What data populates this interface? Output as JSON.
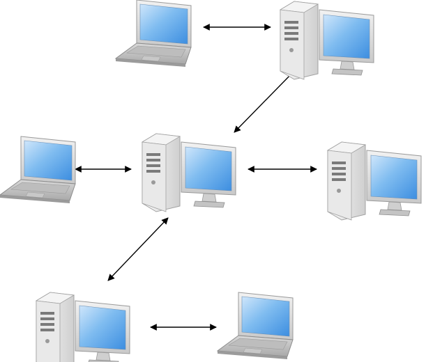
{
  "diagram": {
    "nodes": [
      {
        "id": "laptop-top",
        "kind": "laptop"
      },
      {
        "id": "desktop-top-right",
        "kind": "desktop"
      },
      {
        "id": "laptop-left",
        "kind": "laptop"
      },
      {
        "id": "desktop-center",
        "kind": "desktop"
      },
      {
        "id": "desktop-right",
        "kind": "desktop"
      },
      {
        "id": "desktop-bottom-left",
        "kind": "desktop"
      },
      {
        "id": "laptop-bottom-right",
        "kind": "laptop"
      }
    ],
    "connections": [
      {
        "from": "laptop-top",
        "to": "desktop-top-right",
        "direction": "bidirectional"
      },
      {
        "from": "desktop-top-right",
        "to": "desktop-center",
        "direction": "bidirectional"
      },
      {
        "from": "laptop-left",
        "to": "desktop-center",
        "direction": "bidirectional"
      },
      {
        "from": "desktop-center",
        "to": "desktop-right",
        "direction": "bidirectional"
      },
      {
        "from": "desktop-center",
        "to": "desktop-bottom-left",
        "direction": "bidirectional"
      },
      {
        "from": "desktop-bottom-left",
        "to": "laptop-bottom-right",
        "direction": "bidirectional"
      }
    ],
    "colors": {
      "screen": "#4f9ee8",
      "case": "#e6e6e6",
      "arrow": "#000000"
    }
  }
}
